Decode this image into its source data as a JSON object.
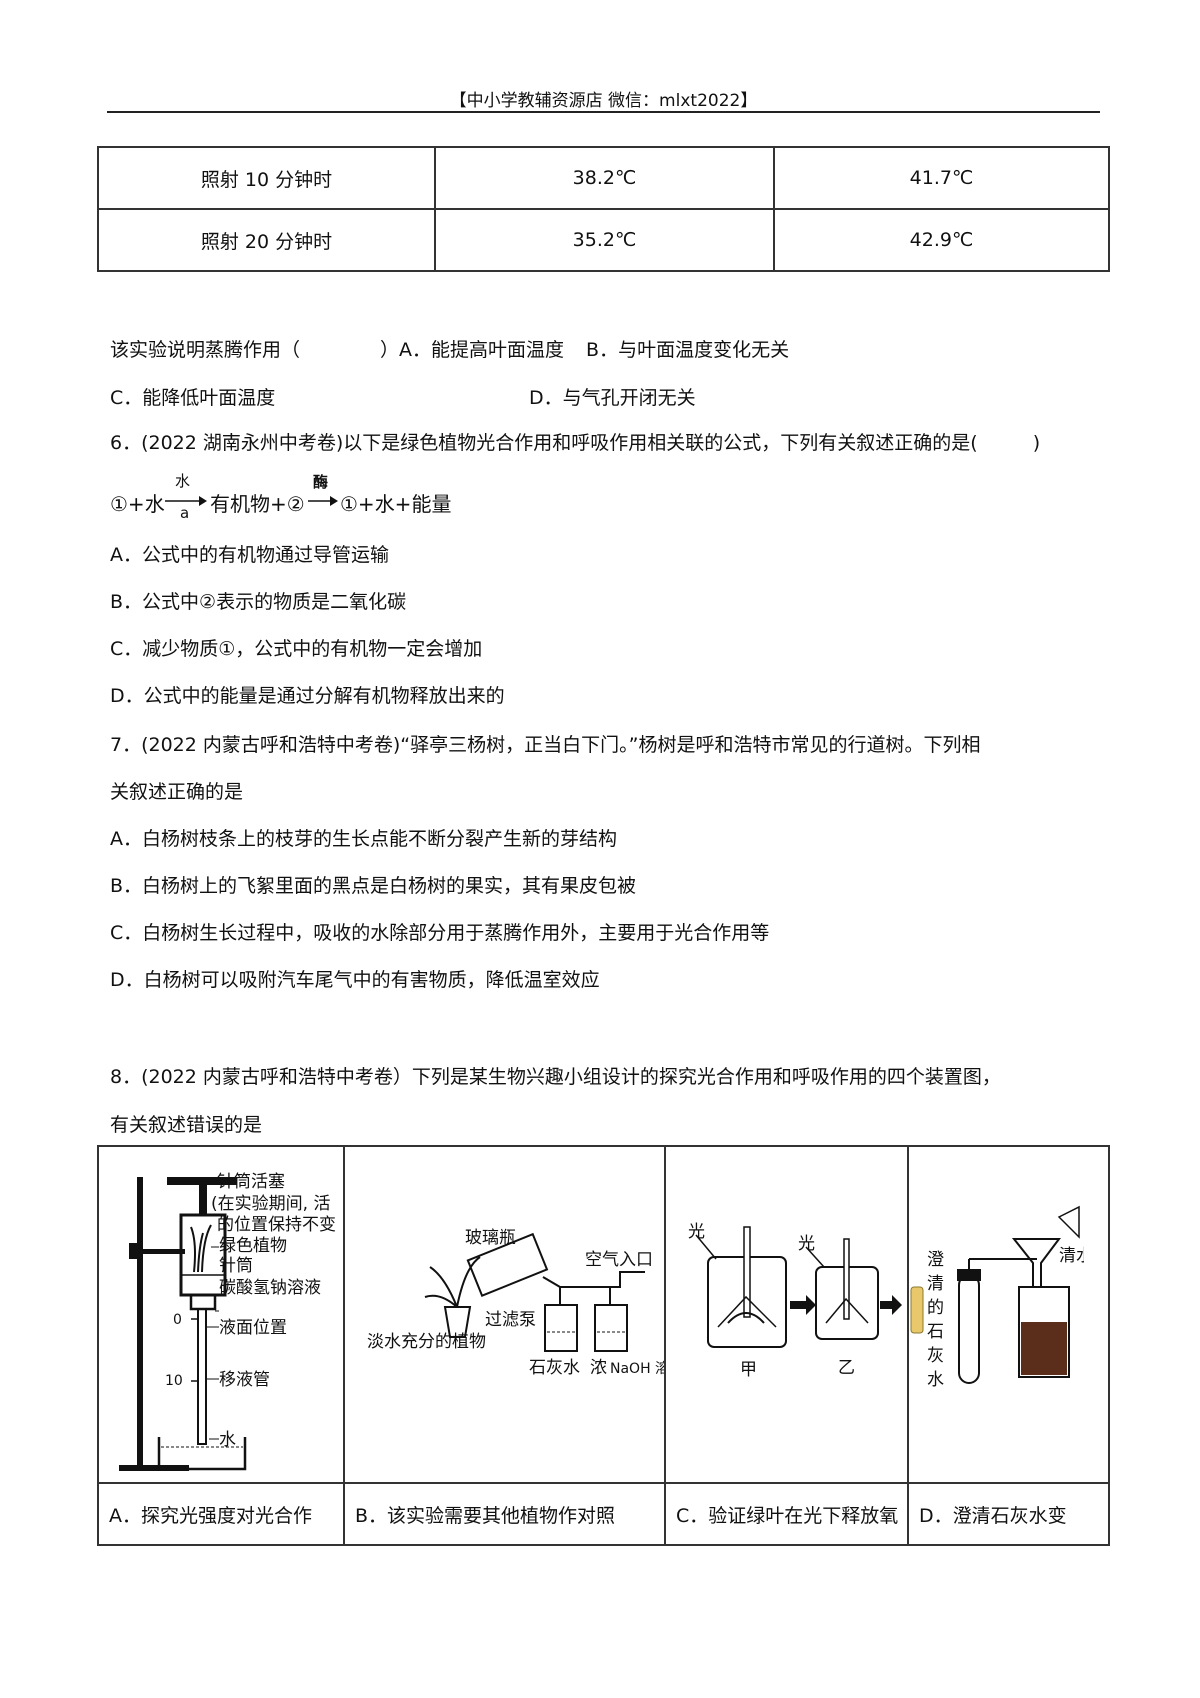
{
  "header": "【中小学教辅资源店 微信：mlxt2022】",
  "temp_table": {
    "rows": [
      {
        "label": "照射 10 分钟时",
        "v1": "38.2℃",
        "v2": "41.7℃"
      },
      {
        "label": "照射 20 分钟时",
        "v1": "35.2℃",
        "v2": "42.9℃"
      }
    ]
  },
  "q5": {
    "stem": "该实验说明蒸腾作用（",
    "stem_close": "）",
    "A": "A．能提高叶面温度",
    "B": "B．与叶面温度变化无关",
    "C": "C．能降低叶面温度",
    "D": "D．与气孔开闭无关"
  },
  "q6": {
    "stem": "6．(2022 湖南永州中考卷)以下是绿色植物光合作用和呼吸作用相关联的公式，下列有关叙述正确的是(",
    "stem_close": ")",
    "formula": {
      "left": "①+水",
      "arrow1_top": "水",
      "arrow1_bottom": "a",
      "middle": "有机物+②",
      "arrow2_top": "酶",
      "right": "①+水+能量"
    },
    "options": [
      "A．公式中的有机物通过导管运输",
      "B．公式中②表示的物质是二氧化碳",
      "C．减少物质①，公式中的有机物一定会增加",
      "D．公式中的能量是通过分解有机物释放出来的"
    ]
  },
  "q7": {
    "stem_line1": "7．(2022 内蒙古呼和浩特中考卷)“驿亭三杨树，正当白下门。”杨树是呼和浩特市常见的行道树。下列相",
    "stem_line2": "关叙述正确的是",
    "options": [
      "A．白杨树枝条上的枝芽的生长点能不断分裂产生新的芽结构",
      "B．白杨树上的飞絮里面的黑点是白杨树的果实，其有果皮包被",
      "C．白杨树生长过程中，吸收的水除部分用于蒸腾作用外，主要用于光合作用等",
      "D．白杨树可以吸附汽车尾气中的有害物质，降低温室效应"
    ]
  },
  "q8": {
    "stem_line1": "8．(2022 内蒙古呼和浩特中考卷）下列是某生物兴趣小组设计的探究光合作用和呼吸作用的四个装置图，",
    "stem_line2": "有关叙述错误的是",
    "figA": {
      "labels": [
        "针筒活塞",
        "(在实验期间, 活",
        "的位置保持不变",
        "绿色植物",
        "针筒",
        "碳酸氢钠溶液",
        "液面位置",
        "移液管",
        "水"
      ],
      "tick0": "0",
      "tick10": "10"
    },
    "figB": {
      "labels": [
        "玻璃瓶",
        "空气入口",
        "过滤泵",
        "淡水充分的植物",
        "石灰水",
        "浓",
        "NaOH 溶"
      ]
    },
    "figC": {
      "labels": [
        "光",
        "光",
        "甲",
        "乙"
      ]
    },
    "figD": {
      "labels": [
        "澄",
        "清",
        "的",
        "石",
        "灰",
        "水",
        "清水"
      ]
    },
    "captions": {
      "A": "A．探究光强度对光合作",
      "B": "B．该实验需要其他植物作对照",
      "C": "C．验证绿叶在光下释放氧",
      "D": "D．澄清石灰水变"
    }
  }
}
